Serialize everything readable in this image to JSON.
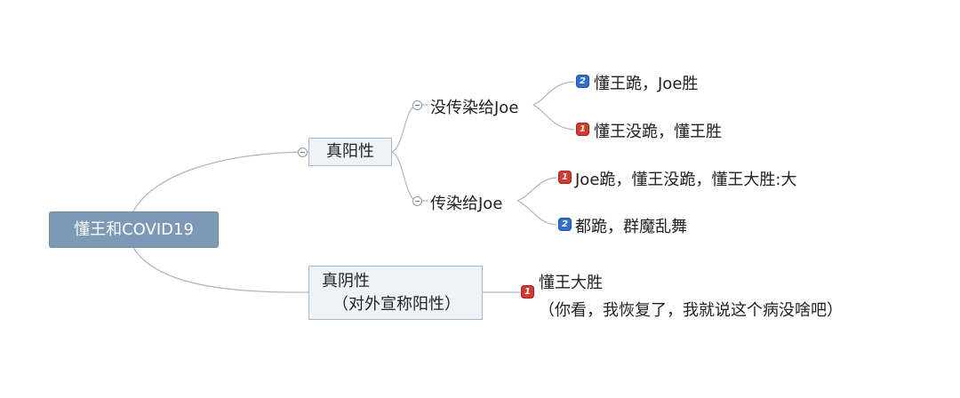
{
  "root": {
    "label": "懂王和COVID19"
  },
  "branches": [
    {
      "label": "真阳性",
      "children": [
        {
          "label": "没传染给Joe",
          "outcomes": [
            {
              "priority": "2",
              "text": "懂王跪，Joe胜"
            },
            {
              "priority": "1",
              "text": "懂王没跪，懂王胜"
            }
          ]
        },
        {
          "label": "传染给Joe",
          "outcomes": [
            {
              "priority": "1",
              "text": "Joe跪，懂王没跪，懂王大胜:大"
            },
            {
              "priority": "2",
              "text": "都跪，群魔乱舞"
            }
          ]
        }
      ]
    },
    {
      "label_line1": "真阴性",
      "label_line2": "（对外宣称阳性）",
      "outcome": {
        "priority": "1",
        "line1": "懂王大胜",
        "line2": "（你看，我恢复了，我就说这个病没啥吧）"
      }
    }
  ],
  "colors": {
    "root_fill": "#7c9ab5",
    "node_fill": "#eef3f8",
    "connector": "#a9b7c4",
    "priority_1": "#d43a31",
    "priority_2": "#2f6fd0"
  },
  "icons": {
    "priority_1": "priority-1-icon",
    "priority_2": "priority-2-icon",
    "collapse": "collapse-toggle-icon"
  }
}
